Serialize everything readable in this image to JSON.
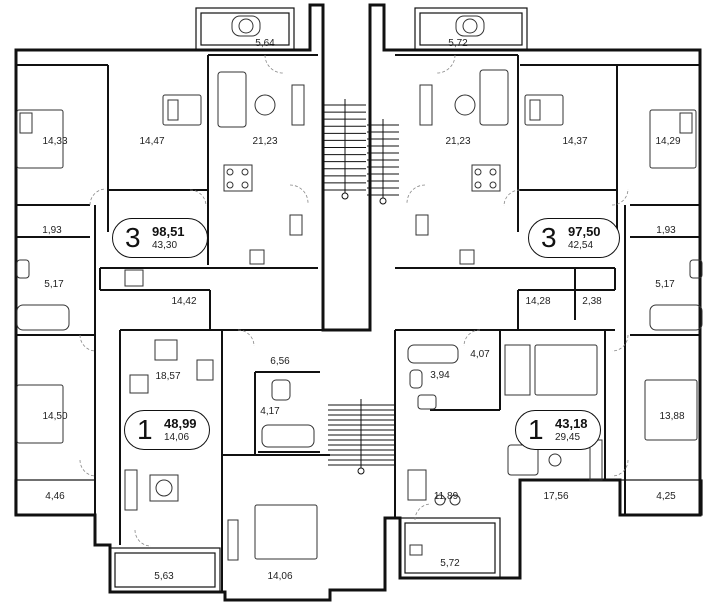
{
  "apartments": [
    {
      "rooms": "3",
      "total": "98,51",
      "living": "43,30"
    },
    {
      "rooms": "3",
      "total": "97,50",
      "living": "42,54"
    },
    {
      "rooms": "1",
      "total": "48,99",
      "living": "14,06"
    },
    {
      "rooms": "1",
      "total": "43,18",
      "living": "29,45"
    }
  ],
  "room_areas": [
    "5,64",
    "5,72",
    "14,33",
    "14,47",
    "21,23",
    "21,23",
    "14,37",
    "14,29",
    "1,93",
    "1,93",
    "5,17",
    "5,17",
    "14,42",
    "14,28",
    "2,38",
    "6,56",
    "18,57",
    "4,17",
    "4,07",
    "3,94",
    "14,50",
    "13,88",
    "4,46",
    "4,25",
    "11,89",
    "17,56",
    "5,63",
    "5,72",
    "14,06"
  ]
}
